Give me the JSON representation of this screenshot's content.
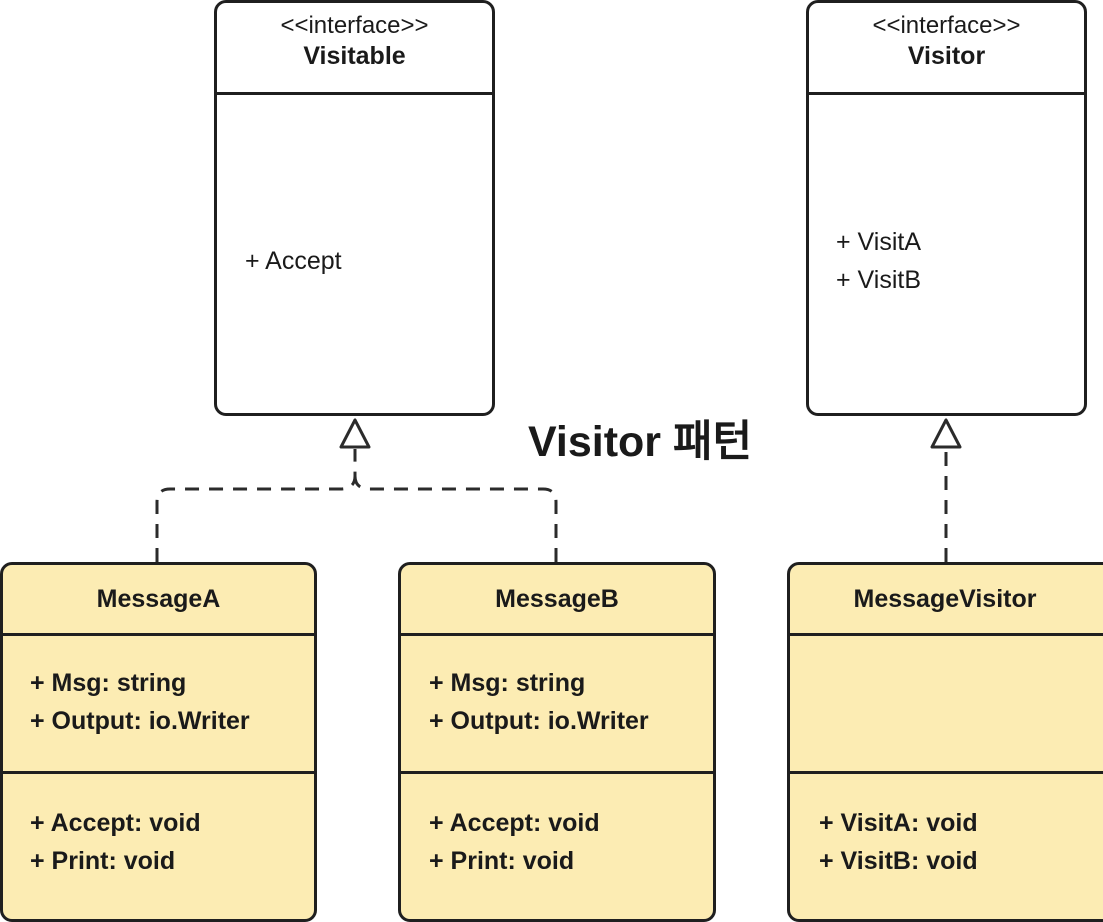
{
  "title": "Visitor 패턴",
  "interfaces": {
    "visitable": {
      "stereotype": "<<interface>>",
      "name": "Visitable",
      "methods": [
        "+ Accept"
      ]
    },
    "visitor": {
      "stereotype": "<<interface>>",
      "name": "Visitor",
      "methods": [
        "+ VisitA",
        "+ VisitB"
      ]
    }
  },
  "classes": {
    "message_a": {
      "name": "MessageA",
      "fields": [
        "+ Msg: string",
        "+ Output: io.Writer"
      ],
      "methods": [
        "+ Accept: void",
        "+ Print: void"
      ]
    },
    "message_b": {
      "name": "MessageB",
      "fields": [
        "+ Msg: string",
        "+ Output: io.Writer"
      ],
      "methods": [
        "+ Accept: void",
        "+ Print: void"
      ]
    },
    "message_visitor": {
      "name": "MessageVisitor",
      "fields": [],
      "methods": [
        "+ VisitA: void",
        "+ VisitB: void"
      ]
    }
  },
  "colors": {
    "class_fill": "#fcecb3",
    "interface_fill": "#ffffff",
    "stroke": "#1f1f1f"
  }
}
